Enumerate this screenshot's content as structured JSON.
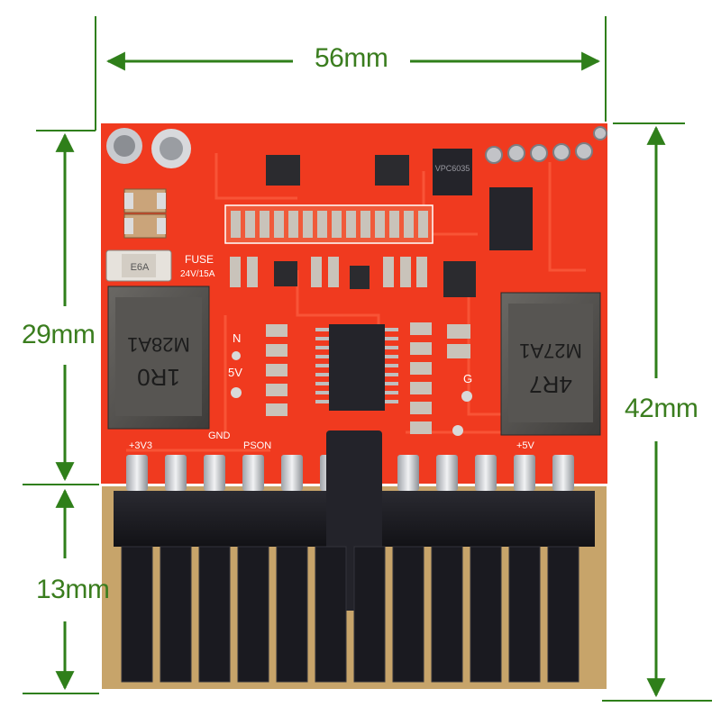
{
  "dimensions": {
    "width_label": "56mm",
    "height_total_label": "42mm",
    "pcb_height_label": "29mm",
    "connector_height_label": "13mm"
  },
  "pcb": {
    "fuse_label": "FUSE",
    "fuse_rating": "24V/15A",
    "fuse_code": "E6A",
    "inductor_left_codes": [
      "M28A1",
      "1R0"
    ],
    "inductor_right_codes": [
      "M27A1",
      "4R7"
    ],
    "silkscreen": {
      "n_label": "N",
      "five_v_label": "5V",
      "g_label": "G",
      "pin_labels": [
        "+3V3",
        "GND",
        "PSON",
        "+5V"
      ]
    },
    "ic_top_label": "VPC6035"
  },
  "colors": {
    "dimension_line": "#2f7f1a",
    "pcb_red": "#f03a1f",
    "connector": "#1c1c22",
    "background": "#ffffff"
  }
}
